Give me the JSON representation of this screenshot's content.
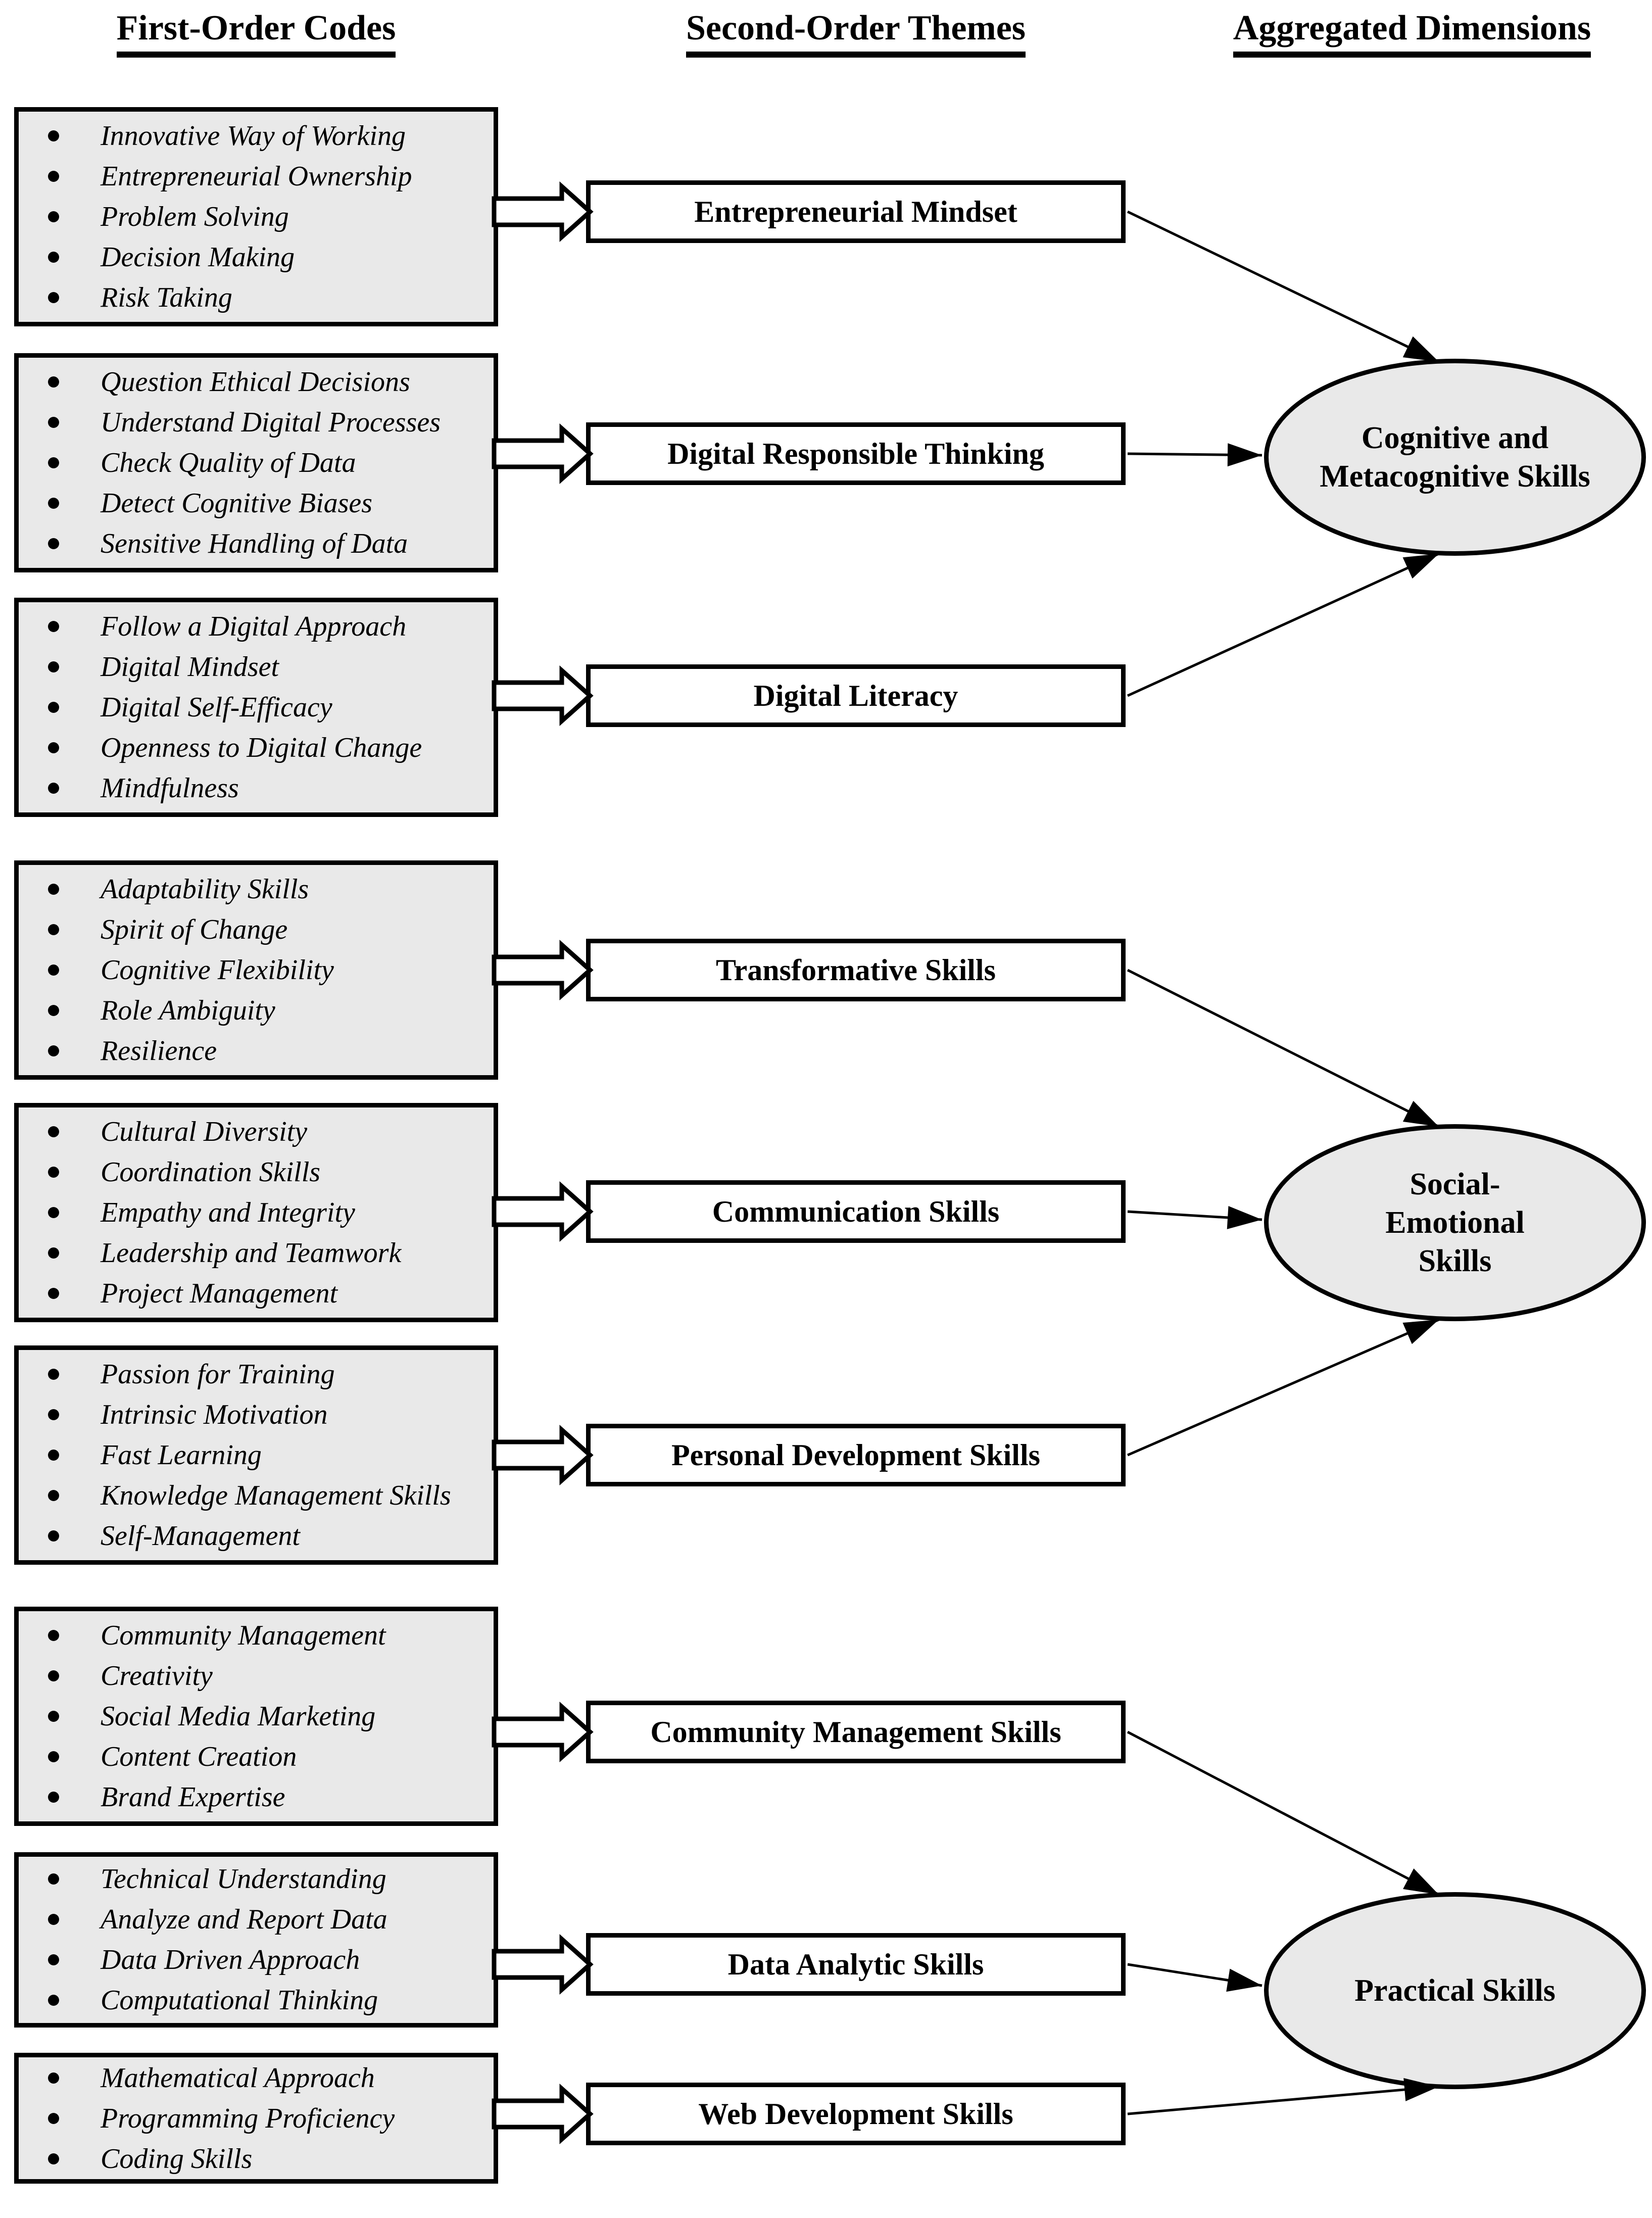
{
  "headers": {
    "first_order": "First-Order Codes",
    "second_order": "Second-Order Themes",
    "aggregated": "Aggregated Dimensions"
  },
  "groups": [
    {
      "dimension": "Cognitive and Metacognitive Skills",
      "themes": [
        {
          "label": "Entrepreneurial Mindset",
          "codes": [
            "Innovative Way of Working",
            "Entrepreneurial Ownership",
            "Problem Solving",
            "Decision Making",
            "Risk Taking"
          ]
        },
        {
          "label": "Digital Responsible Thinking",
          "codes": [
            "Question Ethical Decisions",
            "Understand Digital Processes",
            "Check Quality of Data",
            "Detect Cognitive Biases",
            "Sensitive Handling of Data"
          ]
        },
        {
          "label": "Digital Literacy",
          "codes": [
            "Follow a Digital Approach",
            "Digital Mindset",
            "Digital Self-Efficacy",
            "Openness to Digital Change",
            "Mindfulness"
          ]
        }
      ]
    },
    {
      "dimension": "Social-Emotional Skills",
      "themes": [
        {
          "label": "Transformative Skills",
          "codes": [
            "Adaptability Skills",
            "Spirit of Change",
            "Cognitive Flexibility",
            "Role Ambiguity",
            "Resilience"
          ]
        },
        {
          "label": "Communication Skills",
          "codes": [
            "Cultural Diversity",
            "Coordination Skills",
            "Empathy and Integrity",
            "Leadership and Teamwork",
            "Project Management"
          ]
        },
        {
          "label": "Personal Development Skills",
          "codes": [
            "Passion for Training",
            "Intrinsic Motivation",
            "Fast Learning",
            "Knowledge Management Skills",
            "Self-Management"
          ]
        }
      ]
    },
    {
      "dimension": "Practical Skills",
      "themes": [
        {
          "label": "Community Management Skills",
          "codes": [
            "Community Management",
            "Creativity",
            "Social Media Marketing",
            "Content Creation",
            "Brand Expertise"
          ]
        },
        {
          "label": "Data Analytic Skills",
          "codes": [
            "Technical Understanding",
            "Analyze and Report Data",
            "Data Driven Approach",
            "Computational Thinking"
          ]
        },
        {
          "label": "Web Development Skills",
          "codes": [
            "Mathematical Approach",
            "Programming Proficiency",
            "Coding Skills"
          ]
        }
      ]
    }
  ],
  "colors": {
    "background": "#ffffff",
    "text": "#000000",
    "border": "#000000",
    "box_fill": "#e9e9e9",
    "theme_fill": "#ffffff",
    "ellipse_fill": "#e9e9e9"
  }
}
